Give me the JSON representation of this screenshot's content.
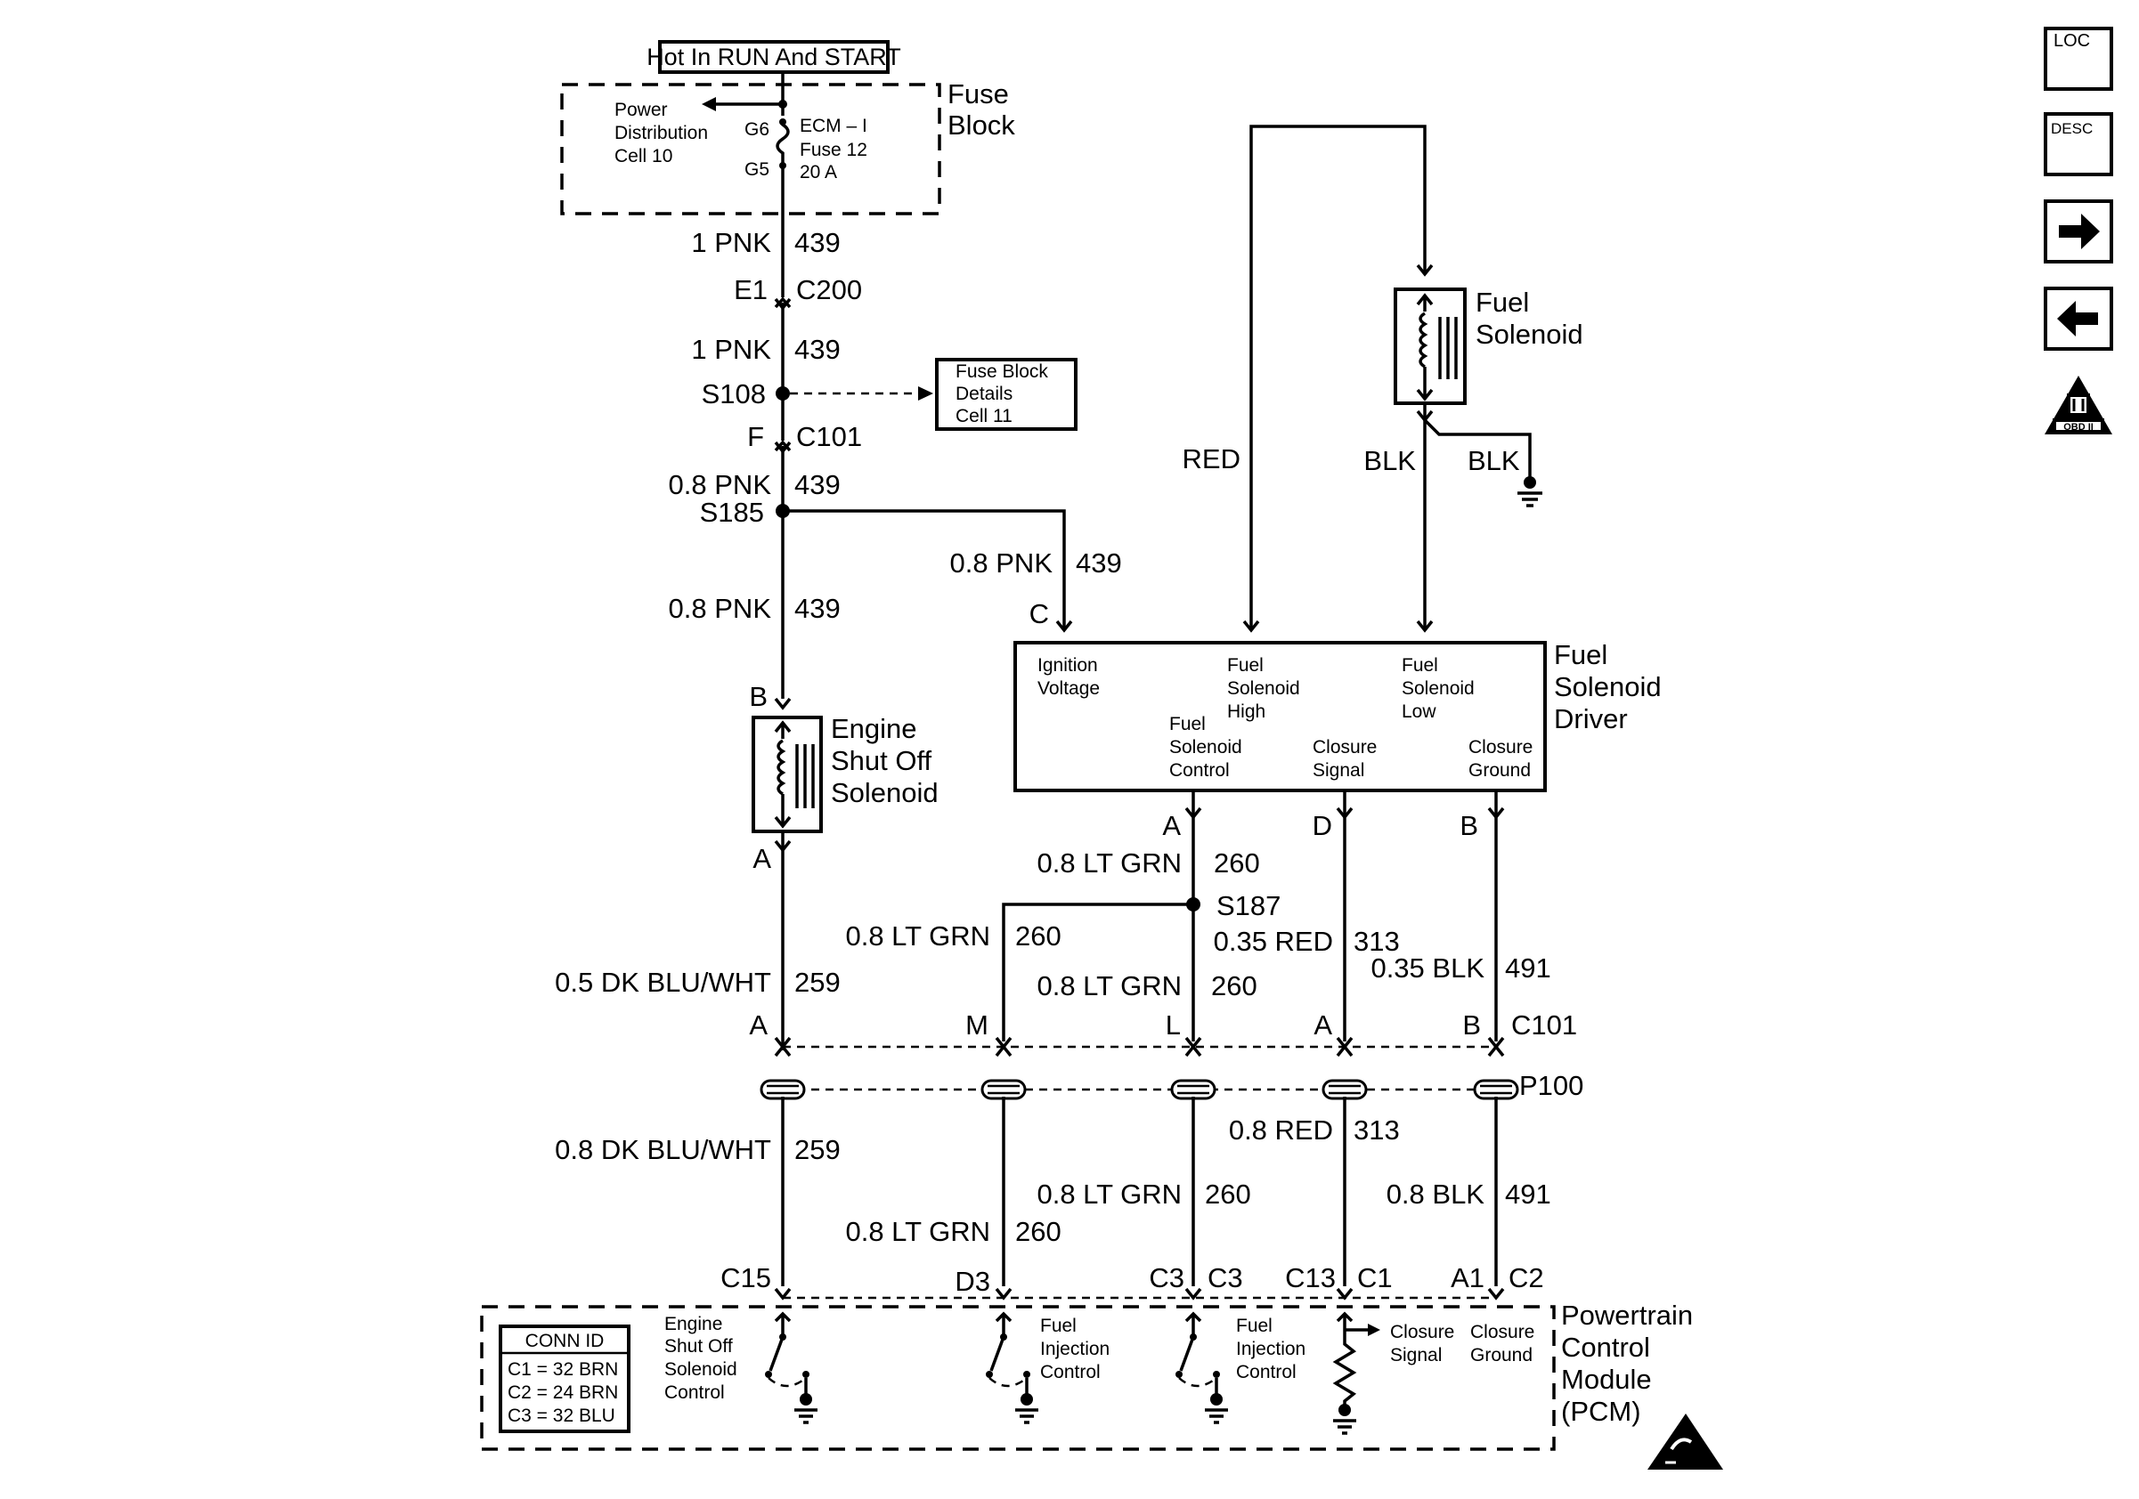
{
  "top_label": "Hot In RUN And START",
  "fuse_block": {
    "title_1": "Fuse",
    "title_2": "Block",
    "pd_1": "Power",
    "pd_2": "Distribution",
    "pd_3": "Cell 10",
    "pin_g6": "G6",
    "pin_g5": "G5",
    "fuse_1": "ECM – I",
    "fuse_2": "Fuse 12",
    "fuse_3": "20 A"
  },
  "fuse_details": {
    "l1": "Fuse Block",
    "l2": "Details",
    "l3": "Cell 11"
  },
  "main_feed": {
    "w1_size": "1 PNK",
    "w1_circ": "439",
    "c200_pin": "E1",
    "c200": "C200",
    "w2_size": "1 PNK",
    "w2_circ": "439",
    "s108": "S108",
    "c101_pin": "F",
    "c101": "C101",
    "w3_size": "0.8 PNK",
    "w3_circ": "439",
    "s185": "S185",
    "w4_size": "0.8 PNK",
    "w4_circ": "439",
    "w5_size": "0.8 PNK",
    "w5_circ": "439",
    "driver_pin_c": "C"
  },
  "engine_solenoid": {
    "pin_b": "B",
    "pin_a": "A",
    "n1": "Engine",
    "n2": "Shut Off",
    "n3": "Solenoid"
  },
  "fuel_solenoid": {
    "n1": "Fuel",
    "n2": "Solenoid",
    "red": "RED",
    "blk1": "BLK",
    "blk2": "BLK"
  },
  "driver": {
    "title_1": "Fuel",
    "title_2": "Solenoid",
    "title_3": "Driver",
    "ign_1": "Ignition",
    "ign_2": "Voltage",
    "fsh_1": "Fuel",
    "fsh_2": "Solenoid",
    "fsh_3": "High",
    "fsl_1": "Fuel",
    "fsl_2": "Solenoid",
    "fsl_3": "Low",
    "fsc_1": "Fuel",
    "fsc_2": "Solenoid",
    "fsc_3": "Control",
    "cs_1": "Closure",
    "cs_2": "Signal",
    "cg_1": "Closure",
    "cg_2": "Ground",
    "pin_a": "A",
    "pin_d": "D",
    "pin_b": "B"
  },
  "mid_wiring": {
    "a_size": "0.8 LT GRN",
    "a_circ": "260",
    "s187": "S187",
    "m_size": "0.8 LT GRN",
    "m_circ": "260",
    "l_size": "0.8 LT GRN",
    "l_circ": "260",
    "d_size": "0.35 RED",
    "d_circ": "313",
    "b_size": "0.35 BLK",
    "b_circ": "491",
    "es_size": "0.5 DK BLU/WHT",
    "es_circ": "259",
    "c101_a": "A",
    "c101_m": "M",
    "c101_l": "L",
    "c101_a2": "A",
    "c101_b": "B",
    "c101": "C101",
    "p100": "P100"
  },
  "lower_wiring": {
    "w1_size": "0.8 DK BLU/WHT",
    "w1_circ": "259",
    "w2_size": "0.8 LT GRN",
    "w2_circ": "260",
    "w3_size": "0.8 LT GRN",
    "w3_circ": "260",
    "w4_size": "0.8 RED",
    "w4_circ": "313",
    "w5_size": "0.8 BLK",
    "w5_circ": "491"
  },
  "pcm": {
    "title_1": "Powertrain",
    "title_2": "Control",
    "title_3": "Module",
    "title_4": "(PCM)",
    "pin_c15": "C15",
    "pin_d3": "D3",
    "pin_c3a": "C3",
    "pin_c3b": "C3",
    "pin_c13": "C13",
    "pin_c1": "C1",
    "pin_a1": "A1",
    "pin_c2": "C2",
    "conn_title": "CONN ID",
    "conn_1": "C1 = 32 BRN",
    "conn_2": "C2 = 24 BRN",
    "conn_3": "C3 = 32 BLU",
    "es_1": "Engine",
    "es_2": "Shut Off",
    "es_3": "Solenoid",
    "es_4": "Control",
    "fi1_1": "Fuel",
    "fi1_2": "Injection",
    "fi1_3": "Control",
    "fi2_1": "Fuel",
    "fi2_2": "Injection",
    "fi2_3": "Control",
    "cs_1": "Closure",
    "cs_2": "Signal",
    "cg_1": "Closure",
    "cg_2": "Ground"
  },
  "nav": {
    "loc": "LOC",
    "desc": "DESC",
    "obd": "OBD II"
  }
}
